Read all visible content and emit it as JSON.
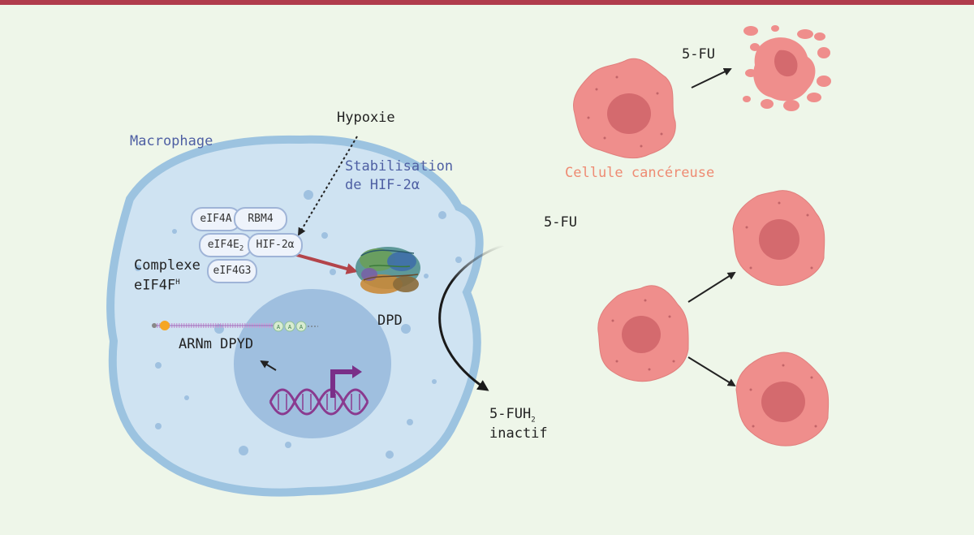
{
  "labels": {
    "macrophage": "Macrophage",
    "hypoxie": "Hypoxie",
    "stabilisation_line1": "Stabilisation",
    "stabilisation_line2": "de HIF-2α",
    "complexe_line1": "Complexe",
    "complexe_line2": "eIF4F",
    "complexe_sup": "H",
    "dpd": "DPD",
    "arnm": "ARNm DPYD",
    "fu_center": "5-FU",
    "fu_top": "5-FU",
    "fuh2_prefix": "5-FUH",
    "fuh2_sub": "2",
    "inactif": "inactif",
    "cellule": "Cellule cancéreuse"
  },
  "complex": {
    "eif4a": "eIF4A",
    "rbm4": "RBM4",
    "eif4e_prefix": "eIF4E",
    "eif4e_sub": "2",
    "hif": "HIF-2α",
    "eif4g3": "eIF4G3"
  },
  "mrna_beads": [
    "A",
    "A",
    "A"
  ],
  "colors": {
    "background": "#eef6e9",
    "top_bar": "#b03c4c",
    "macrophage_body": "#cfe3f2",
    "macrophage_border": "#9cc3e0",
    "nucleus": "#9fbfdf",
    "cancer_cell": "#ef8e8c",
    "cancer_nucleus": "#d46a6e",
    "red_arrow": "#b3444a",
    "dna_strand": "#8a3a8f",
    "label_blue": "#4e5fa3",
    "label_salmon": "#ee8b73"
  }
}
